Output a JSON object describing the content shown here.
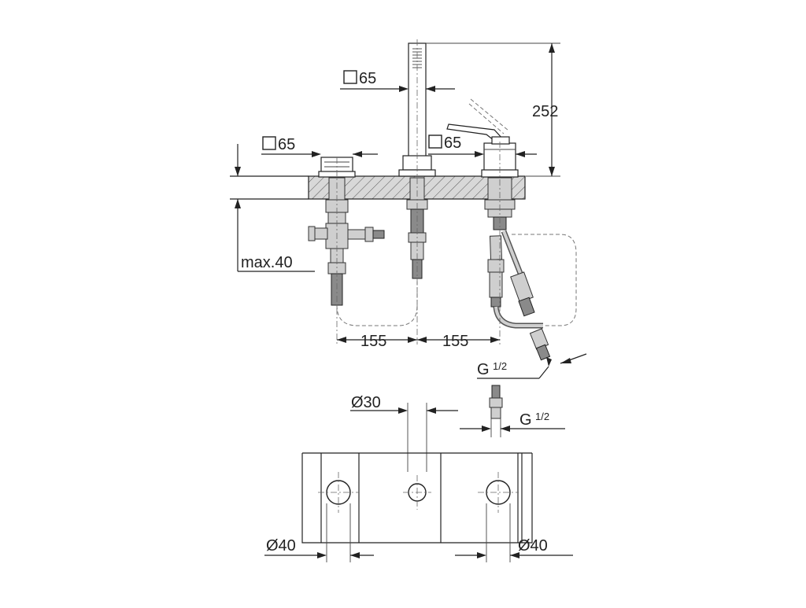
{
  "labels": {
    "square_handshower": "65",
    "square_left_valve": "65",
    "square_right_mixer": "65",
    "height_total": "252",
    "max_deck": "max.40",
    "spacing_left": "155",
    "spacing_right": "155",
    "thread_upper_g": "G",
    "thread_upper_frac": "1/2",
    "thread_lower_g": "G",
    "thread_lower_frac": "1/2",
    "dia_center": "Ø30",
    "dia_left": "Ø40",
    "dia_right": "Ø40"
  },
  "colors": {
    "line": "#222222",
    "hatch_fill": "#bdbdbd",
    "background": "#ffffff"
  },
  "icons": {
    "square_symbol": "square-outline-icon"
  }
}
